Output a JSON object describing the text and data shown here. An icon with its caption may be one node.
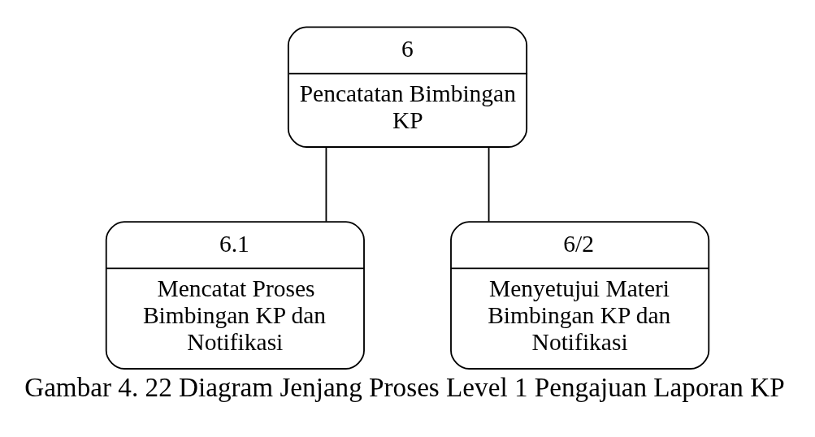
{
  "diagram": {
    "caption": "Gambar 4. 22 Diagram Jenjang Proses Level 1 Pengajuan Laporan KP",
    "nodes": [
      {
        "text": [
          "6",
          "Pencatatan Bimbingan KP"
        ]
      },
      {
        "text": [
          "6.1",
          "Mencatat Proses Bimbingan KP dan Notifikasi"
        ]
      },
      {
        "text": [
          "6/2",
          "Menyetujui Materi Bimbingan KP dan Notifikasi"
        ]
      }
    ],
    "edges": [
      {
        "from": 0,
        "to": 1,
        "arrow": "none"
      },
      {
        "from": 0,
        "to": 2,
        "arrow": "none"
      }
    ]
  }
}
